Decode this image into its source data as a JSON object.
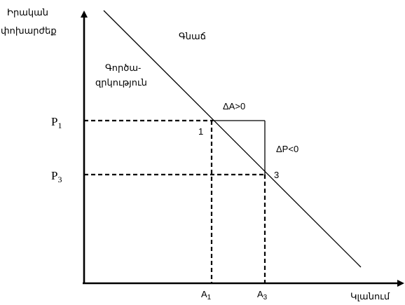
{
  "y_axis_label": {
    "line1": "Իրական",
    "line2": "փոխարժեք"
  },
  "x_axis_label": "Կլանում",
  "demand_label": "Գնաճ",
  "supply_label": {
    "line1": "Գործա-",
    "line2": "զրկություն"
  },
  "y_ticks": [
    {
      "main": "P",
      "sub": "1"
    },
    {
      "main": "P",
      "sub": "3"
    }
  ],
  "x_ticks": [
    {
      "main": "A",
      "sub": "1"
    },
    {
      "main": "A",
      "sub": "3"
    }
  ],
  "points": {
    "first": "1",
    "third": "3"
  },
  "delta_a": "ΔA>0",
  "delta_p": "ΔP<0"
}
